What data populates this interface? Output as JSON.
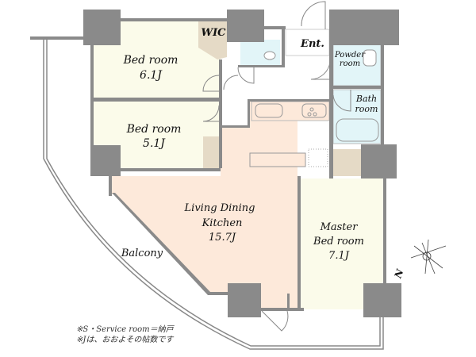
{
  "rooms": {
    "bedroom1": {
      "name": "Bed room",
      "size": "6.1J"
    },
    "bedroom2": {
      "name": "Bed room",
      "size": "5.1J"
    },
    "wic": {
      "name": "WIC"
    },
    "entrance": {
      "name": "Ent."
    },
    "powder": {
      "line1": "Powder",
      "line2": "room"
    },
    "bath": {
      "line1": "Bath",
      "line2": "room"
    },
    "ldk": {
      "line1": "Living Dining",
      "line2": "Kitchen",
      "size": "15.7J"
    },
    "master": {
      "line1": "Master",
      "line2": "Bed room",
      "size": "7.1J"
    },
    "balcony": {
      "name": "Balcony"
    }
  },
  "compass": {
    "north_label": "N"
  },
  "notes": [
    "※S・Service room＝納戸",
    "※Jは、おおよその帖数です"
  ],
  "colors": {
    "bedroom": "#fbfbea",
    "ldk": "#fde9da",
    "storage": "#e5dac6",
    "wet": "#e2f5f8",
    "wall": "#8a8a8a"
  }
}
